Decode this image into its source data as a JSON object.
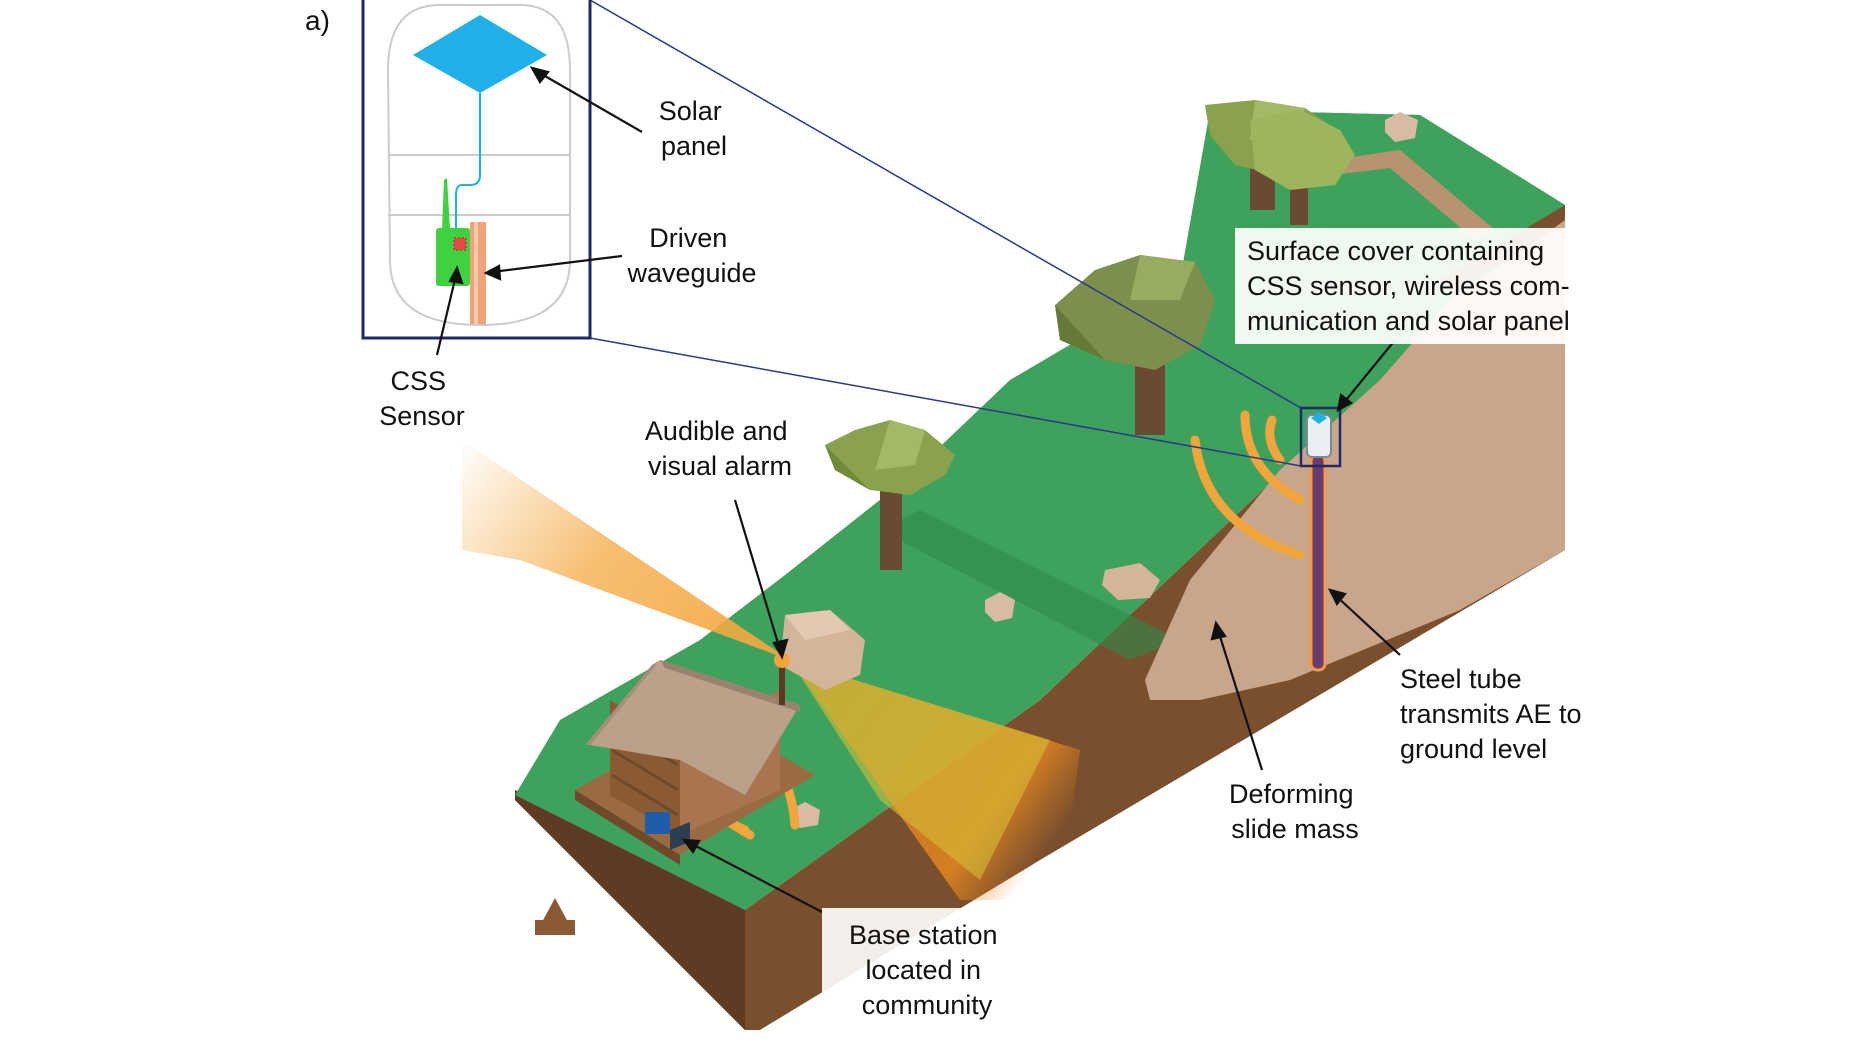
{
  "panel_label": "a)",
  "colors": {
    "grass": "#3fa25c",
    "grass_dark": "#2f8a4a",
    "soil": "#7a4f2e",
    "soil_dark": "#5e3b22",
    "slide": "#c9a58a",
    "tree_foliage": "#8aa14e",
    "tree_trunk": "#6b4a33",
    "solar_panel": "#1fb0ea",
    "sensor": "#3fd13f",
    "waveguide": "#f0a37a",
    "inset_frame": "#1e2a6a",
    "alarm_cone": "#f4a942",
    "signal_wave": "#f2a53a"
  },
  "labels": {
    "solar_panel": [
      "Solar",
      "panel"
    ],
    "driven_waveguide": [
      "Driven",
      "waveguide"
    ],
    "css_sensor": [
      "CSS",
      "Sensor"
    ],
    "alarm": [
      "Audible and",
      "visual alarm"
    ],
    "surface_cover": [
      "Surface cover containing",
      "CSS sensor, wireless com-",
      "munication and solar panel"
    ],
    "steel_tube": [
      "Steel tube",
      "transmits AE to",
      "ground level"
    ],
    "deforming_slide": [
      "Deforming",
      "slide mass"
    ],
    "base_station": [
      "Base station",
      "located in",
      "community"
    ]
  }
}
